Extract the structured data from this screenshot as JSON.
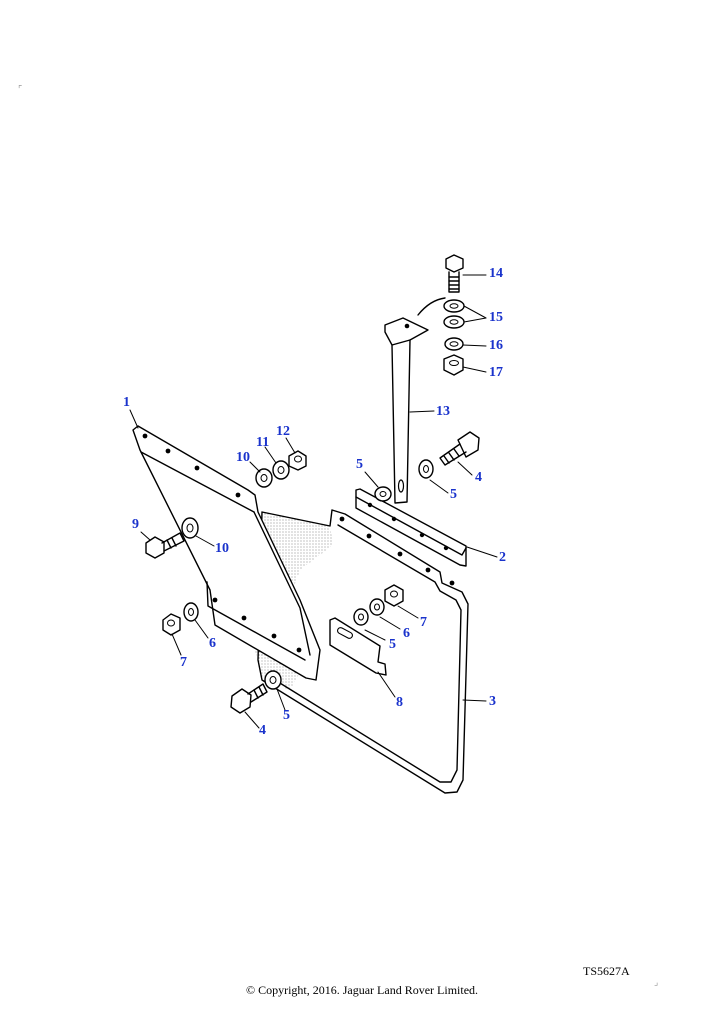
{
  "diagram": {
    "figure_code": "TS5627A",
    "copyright": "© Copyright, 2016. Jaguar Land Rover Limited.",
    "callouts": [
      {
        "id": "c1",
        "label": "1"
      },
      {
        "id": "c2",
        "label": "2"
      },
      {
        "id": "c3",
        "label": "3"
      },
      {
        "id": "c4a",
        "label": "4"
      },
      {
        "id": "c4b",
        "label": "4"
      },
      {
        "id": "c5a",
        "label": "5"
      },
      {
        "id": "c5b",
        "label": "5"
      },
      {
        "id": "c5c",
        "label": "5"
      },
      {
        "id": "c5d",
        "label": "5"
      },
      {
        "id": "c6a",
        "label": "6"
      },
      {
        "id": "c6b",
        "label": "6"
      },
      {
        "id": "c7a",
        "label": "7"
      },
      {
        "id": "c7b",
        "label": "7"
      },
      {
        "id": "c8",
        "label": "8"
      },
      {
        "id": "c9",
        "label": "9"
      },
      {
        "id": "c10a",
        "label": "10"
      },
      {
        "id": "c10b",
        "label": "10"
      },
      {
        "id": "c11",
        "label": "11"
      },
      {
        "id": "c12",
        "label": "12"
      },
      {
        "id": "c13",
        "label": "13"
      },
      {
        "id": "c14",
        "label": "14"
      },
      {
        "id": "c15",
        "label": "15"
      },
      {
        "id": "c16",
        "label": "16"
      },
      {
        "id": "c17",
        "label": "17"
      }
    ]
  }
}
